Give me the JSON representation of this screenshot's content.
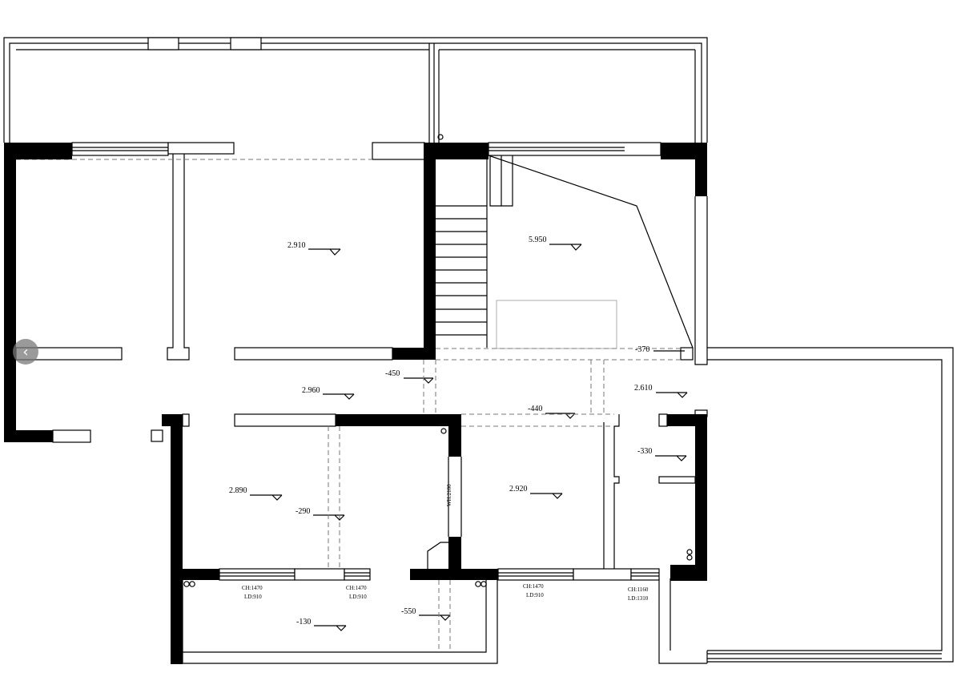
{
  "levels": [
    {
      "id": "l1",
      "text": "2.910"
    },
    {
      "id": "l2",
      "text": "5.950"
    },
    {
      "id": "l3",
      "text": "-370"
    },
    {
      "id": "l4",
      "text": "-450"
    },
    {
      "id": "l5",
      "text": "2.960"
    },
    {
      "id": "l6",
      "text": "2.610"
    },
    {
      "id": "l7",
      "text": "-440"
    },
    {
      "id": "l8",
      "text": "-330"
    },
    {
      "id": "l9",
      "text": "2.890"
    },
    {
      "id": "l10",
      "text": "-290"
    },
    {
      "id": "l11",
      "text": "2.920"
    },
    {
      "id": "l12",
      "text": "-550"
    },
    {
      "id": "l13",
      "text": "-130"
    }
  ],
  "window_notes": [
    {
      "id": "w1",
      "ch": "CH:1470",
      "ld": "LD:910"
    },
    {
      "id": "w2",
      "ch": "CH:1470",
      "ld": "LD:910"
    },
    {
      "id": "w3",
      "ch": "CH:1470",
      "ld": "LD:910"
    },
    {
      "id": "w4",
      "ch": "CH:1160",
      "ld": "LD:1310"
    }
  ],
  "door_note": "WH:2100",
  "nav": {
    "prev_icon": "‹"
  }
}
